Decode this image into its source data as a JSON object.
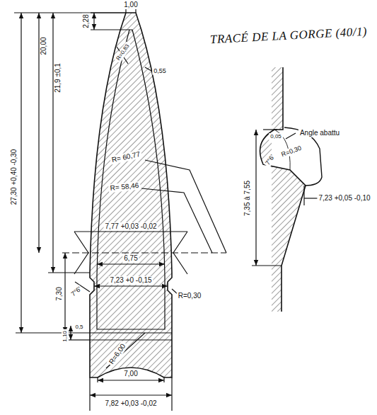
{
  "diagram": {
    "title": "TRACÉ DE LA GORGE (40/1)",
    "labels": [
      "1,00",
      "2,28",
      "R=0,83",
      "0,55",
      "R= 60,77",
      "R= 58,46",
      "7,77 +0,03 -0,02",
      "6,75",
      "7,23 +0 -0,15",
      "R=0,30",
      "7°6'",
      "27,30 +0,40 -0,30",
      "20,00",
      "21,9 ±0,1",
      "7,30",
      "1,10",
      "0,5",
      "R=6,00",
      "7,00",
      "7,82 +0,03 -0,02",
      "Angle abattu",
      "0,05",
      "R=0,30",
      "7°6'",
      "7,35 à 7,55",
      "7,23 +0,05 -0,10"
    ]
  }
}
